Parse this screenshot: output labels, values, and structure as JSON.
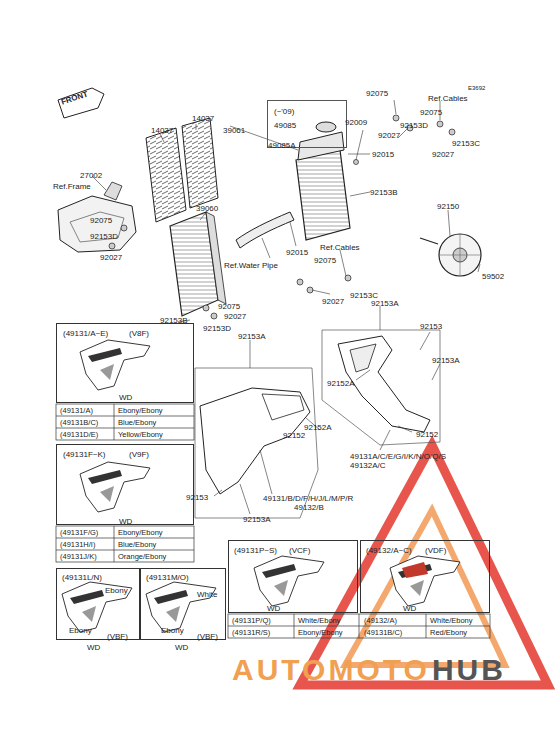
{
  "diagram": {
    "nodes": [
      {
        "text": [
          "(~'09)",
          "49085"
        ]
      },
      {
        "text": [
          "(49131/A~E)",
          "(V8F)",
          "WD"
        ]
      },
      {
        "text": [
          "(49131F~K)",
          "(V9F)",
          "WD"
        ]
      },
      {
        "text": [
          "(49131L/N)",
          "Ebony",
          "Ebony",
          "(VBF)",
          "WD"
        ]
      },
      {
        "text": [
          "(49131M/O)",
          "White",
          "Ebony",
          "(VBF)",
          "WD"
        ]
      },
      {
        "text": [
          "(49131P~S)",
          "(VCF)",
          "WD"
        ]
      },
      {
        "text": [
          "(49132/A~C)",
          "(VDF)",
          "WD"
        ]
      }
    ],
    "edges": [],
    "labels": [
      "E3692",
      "FRONT",
      "92075",
      "Ref.Cables",
      "92075",
      "14037",
      "14037",
      "39061",
      "92009",
      "92153D",
      "92027",
      "49085A",
      "92015",
      "92153C",
      "92027",
      "27002",
      "Ref.Frame",
      "92153B",
      "39060",
      "92150",
      "92075",
      "92153D",
      "92027",
      "Ref.Water Pipe",
      "92015",
      "Ref.Cables",
      "92075",
      "59502",
      "92153C",
      "92027",
      "92153A",
      "92075",
      "92027",
      "92153D",
      "92153B",
      "92153A",
      "92153",
      "92153A",
      "92152A",
      "92152A",
      "92152",
      "92152",
      "49131A/C/E/G/I/K/N/O/Q/S",
      "49132A/C",
      "92153",
      "49131/B/D/F/H/J/L/M/P/R",
      "49132/B",
      "92153A",
      "(49131/A)",
      "Ebony/Ebony",
      "(49131B/C)",
      "Blue/Ebony",
      "(49131D/E)",
      "Yellow/Ebony",
      "(49131F/G)",
      "Ebony/Ebony",
      "(49131H/I)",
      "Blue/Ebony",
      "(49131J/K)",
      "Orange/Ebony",
      "(49131P/Q)",
      "White/Ebony",
      "(49132/A)",
      "White/Ebony",
      "(49131R/S)",
      "Ebony/Ebony",
      "(49131B/C)",
      "Red/Ebony",
      "AUTOMOTO",
      "HUB"
    ]
  }
}
